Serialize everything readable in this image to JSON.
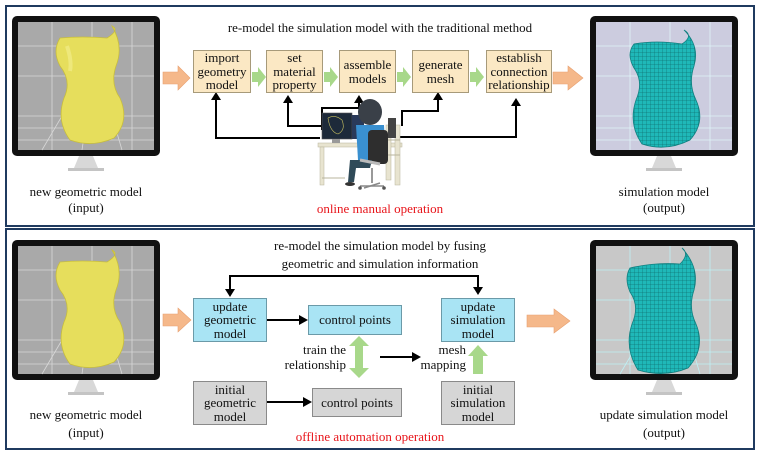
{
  "top_panel": {
    "title": "re-model the simulation model with the traditional method",
    "input_caption_line1": "new geometric model",
    "input_caption_line2": "(input)",
    "output_caption_line1": "simulation model",
    "output_caption_line2": "(output)",
    "operation_label": "online manual operation",
    "steps": [
      {
        "line1": "import",
        "line2": "geometry",
        "line3": "model"
      },
      {
        "line1": "set",
        "line2": "material",
        "line3": "property"
      },
      {
        "line1": "assemble",
        "line2": "models",
        "line3": ""
      },
      {
        "line1": "generate",
        "line2": "mesh",
        "line3": ""
      },
      {
        "line1": "establish",
        "line2": "connection",
        "line3": "relationship"
      }
    ],
    "illustration": "engineer-at-workstation"
  },
  "bottom_panel": {
    "title_line1": "re-model the simulation model by fusing",
    "title_line2": "geometric and simulation information",
    "input_caption_line1": "new geometric model",
    "input_caption_line2": "(input)",
    "output_caption_line1": "update simulation model",
    "output_caption_line2": "(output)",
    "operation_label": "offline automation operation",
    "boxes": {
      "update_geometric": {
        "line1": "update",
        "line2": "geometric",
        "line3": "model"
      },
      "control_points_top": {
        "line1": "control points"
      },
      "update_simulation": {
        "line1": "update",
        "line2": "simulation",
        "line3": "model"
      },
      "initial_geometric": {
        "line1": "initial",
        "line2": "geometric",
        "line3": "model"
      },
      "control_points_bottom": {
        "line1": "control points"
      },
      "initial_simulation": {
        "line1": "initial",
        "line2": "simulation",
        "line3": "model"
      }
    },
    "train_label_line1": "train the",
    "train_label_line2": "relationship",
    "mesh_label_line1": "mesh",
    "mesh_label_line2": "mapping"
  },
  "colors": {
    "border": "#1f3a5f",
    "step_box": "#fbe8c4",
    "cyan_box": "#a9e4f4",
    "gray_box": "#d6d6d6",
    "flow_arrow_green": "#a8d88a",
    "io_arrow_orange": "#f5b88a",
    "operation_text": "#e8141a",
    "geometry_yellow": "#e6de5c",
    "mesh_teal": "#1fb8b8"
  }
}
